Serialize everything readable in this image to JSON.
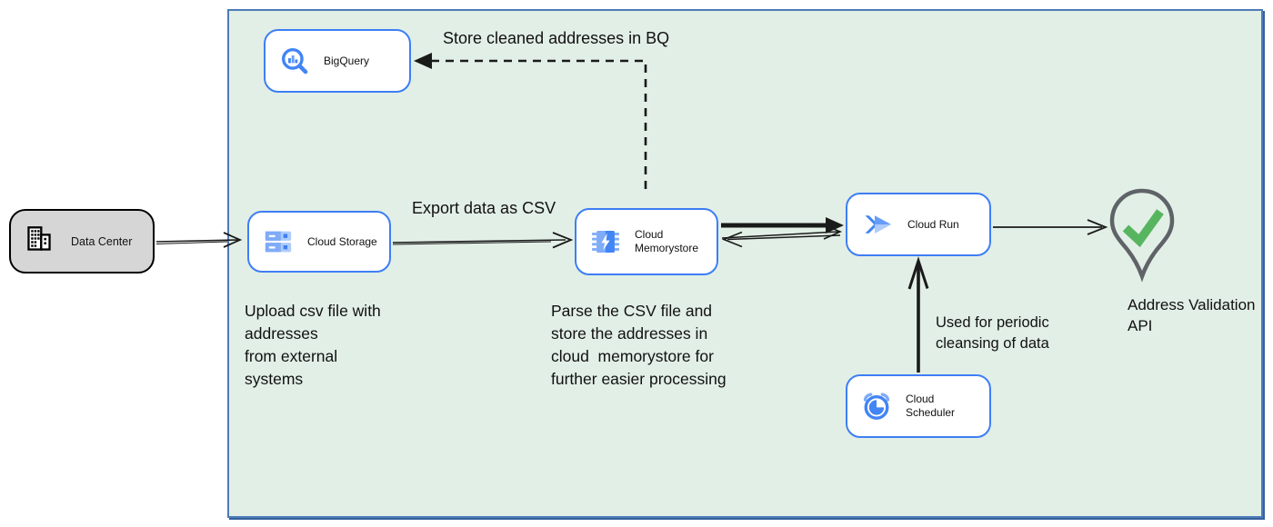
{
  "nodes": {
    "data_center": {
      "label": "Data Center",
      "icon": "building-icon"
    },
    "bigquery": {
      "label": "BigQuery",
      "icon": "bigquery-magnifier-icon"
    },
    "cloud_storage": {
      "label": "Cloud Storage",
      "icon": "cloud-storage-icon"
    },
    "cloud_memorystore": {
      "label": "Cloud\nMemorystore",
      "icon": "memorystore-chip-icon"
    },
    "cloud_run": {
      "label": "Cloud Run",
      "icon": "cloud-run-icon"
    },
    "cloud_scheduler": {
      "label": "Cloud Scheduler",
      "icon": "scheduler-clock-icon"
    },
    "address_validation": {
      "label": "Address Validation\nAPI",
      "icon": "location-pin-check-icon"
    }
  },
  "labels": {
    "store_bq": "Store cleaned addresses in BQ",
    "export_csv": "Export data as CSV",
    "upload_note": "Upload csv file with\naddresses\nfrom external\nsystems",
    "parse_note": "Parse the CSV file and\nstore the addresses in\ncloud  memorystore for\nfurther easier processing",
    "periodic_note": "Used for periodic\ncleansing of data"
  },
  "colors": {
    "boundary_fill": "#e2efe6",
    "boundary_border": "#4e7bb8",
    "node_border": "#3d7ef5",
    "node_fill": "#ffffff",
    "datacenter_fill": "#d6d6d6",
    "icon_blue": "#4285f4",
    "icon_blue_medium": "#669df6",
    "icon_blue_light": "#aecbfa",
    "check_green": "#57b560",
    "pin_gray": "#5f6368",
    "arrow_black": "#1a1a1a"
  }
}
